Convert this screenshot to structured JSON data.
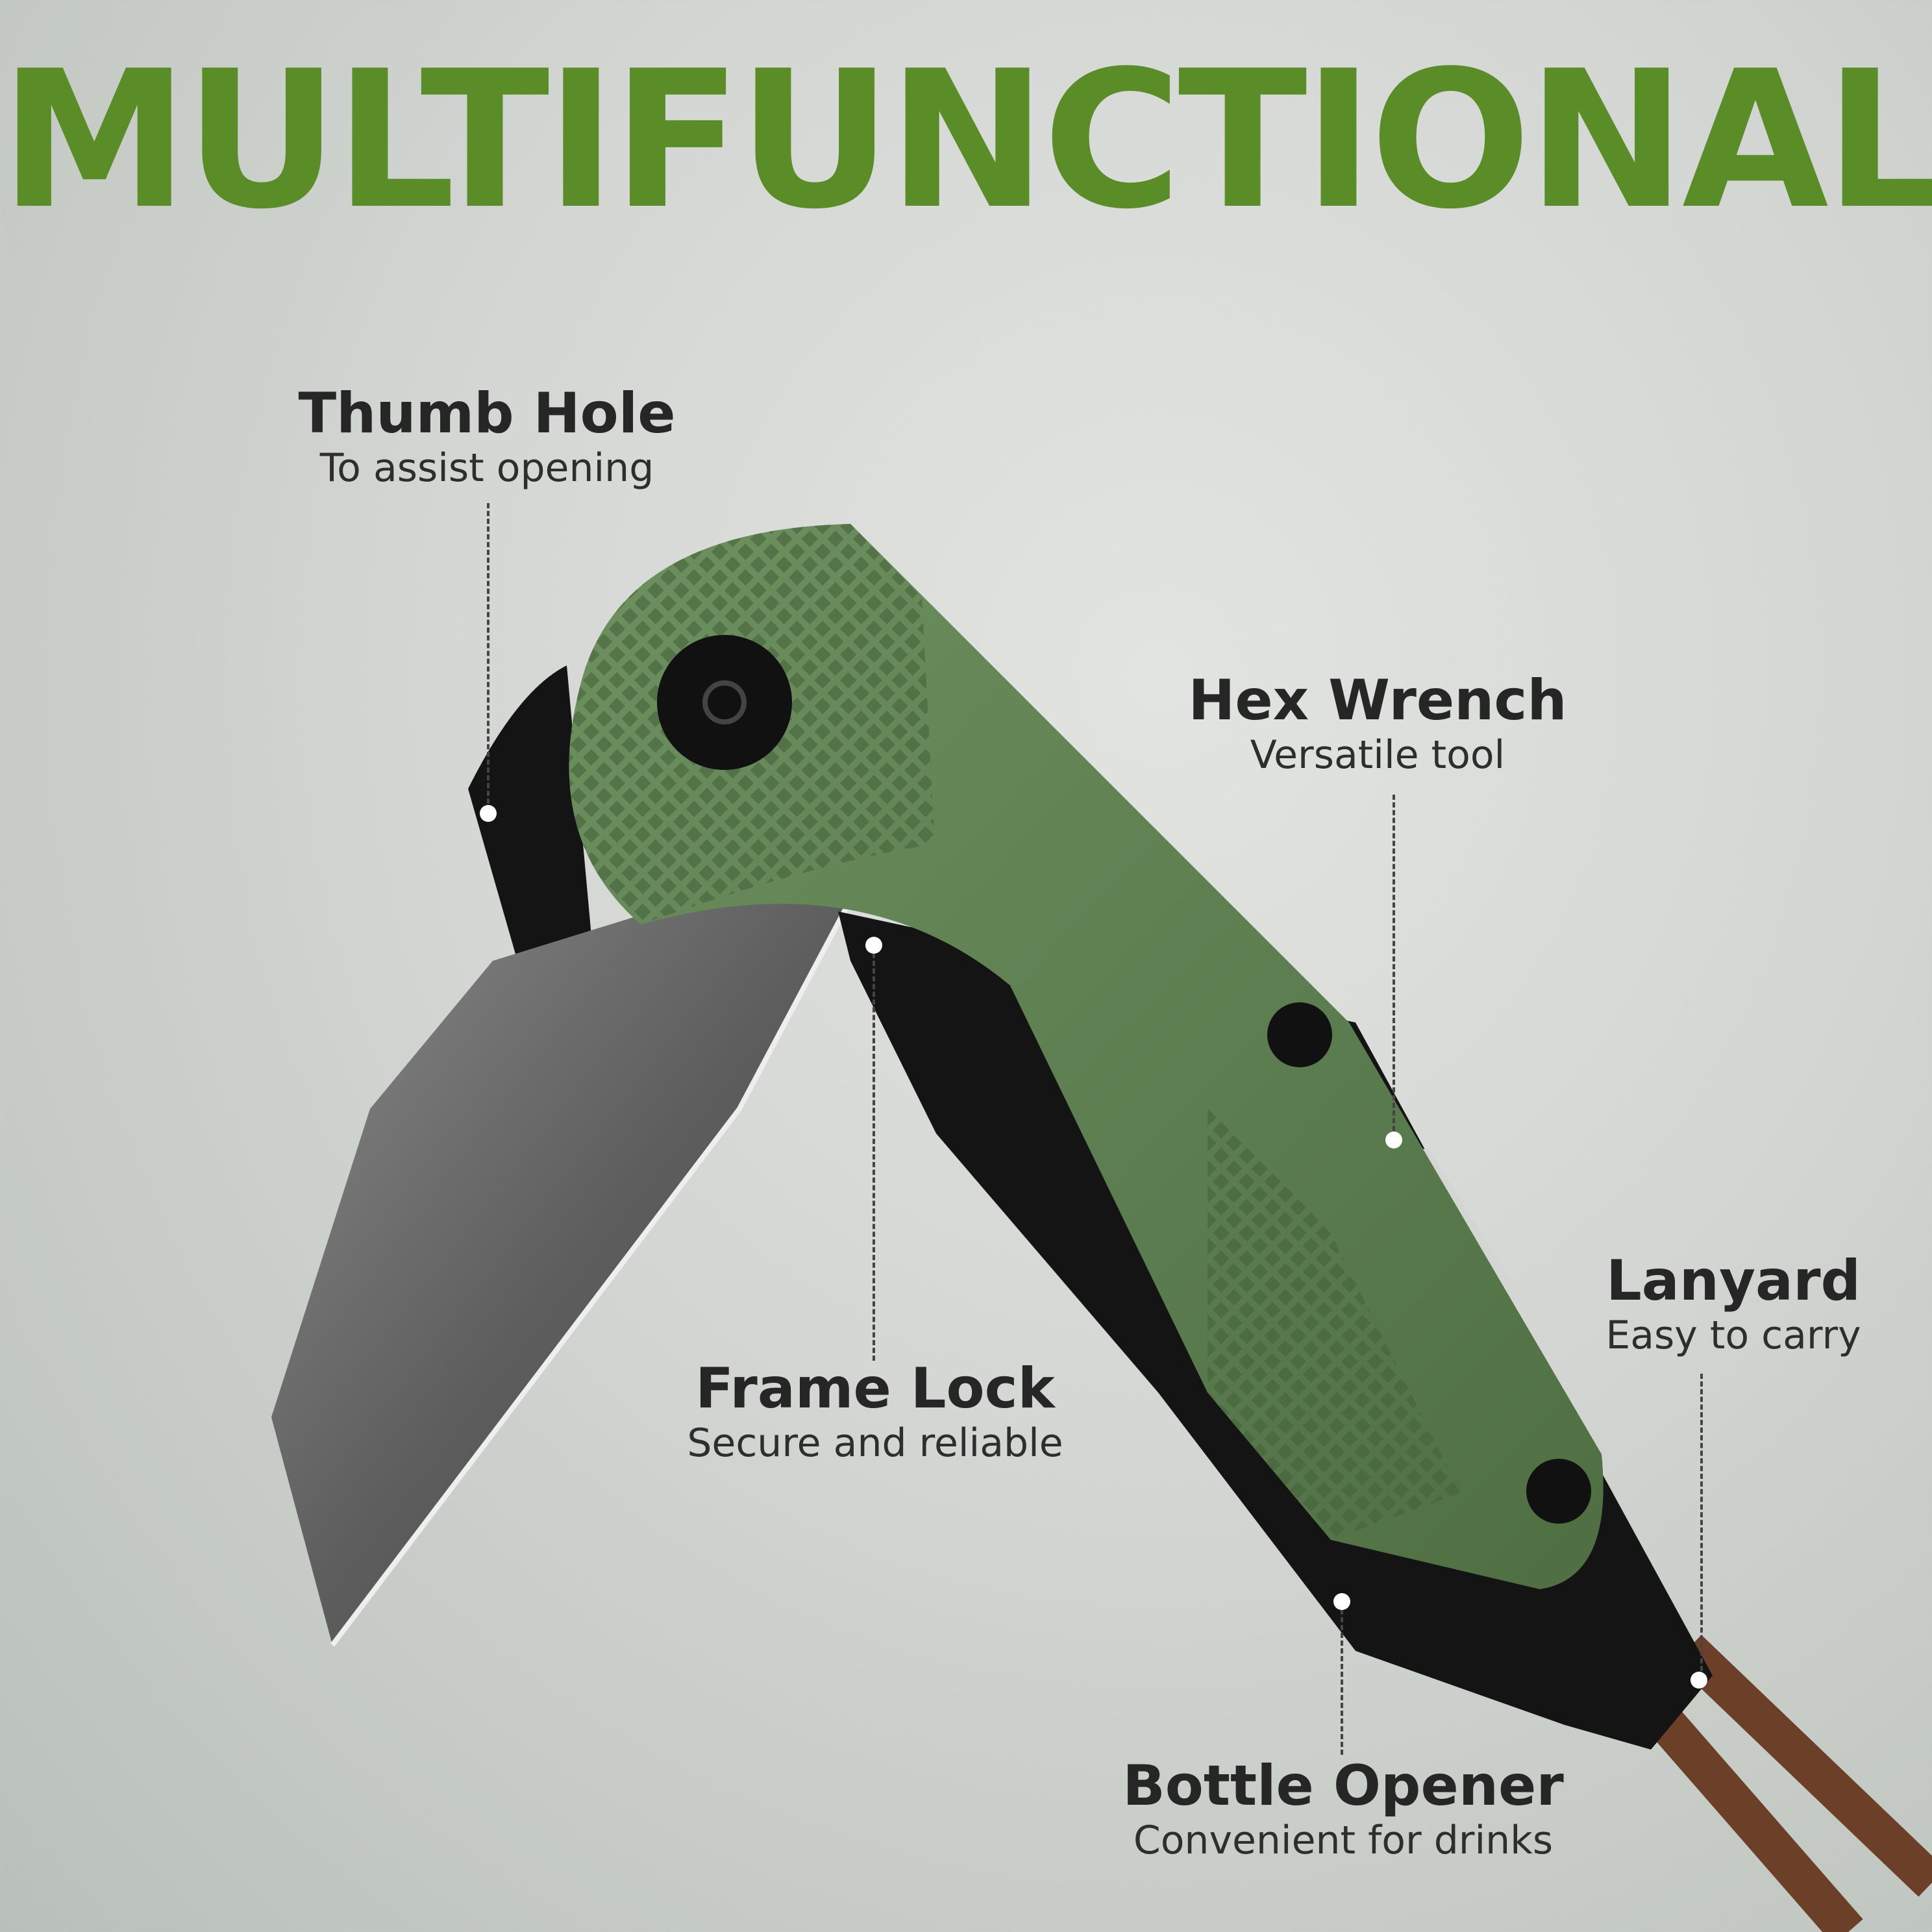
{
  "headline": "MULTIFUNCTIONAL",
  "colors": {
    "headline": "#5a8c28",
    "handle": "#5c7e4e",
    "blade": "#6a6a6a",
    "frame": "#141414",
    "lanyard": "#6b3f28"
  },
  "features": [
    {
      "title": "Thumb Hole",
      "subtitle": "To assist opening"
    },
    {
      "title": "Hex Wrench",
      "subtitle": "Versatile tool"
    },
    {
      "title": "Frame Lock",
      "subtitle": "Secure and reliable"
    },
    {
      "title": "Lanyard",
      "subtitle": "Easy to carry"
    },
    {
      "title": "Bottle Opener",
      "subtitle": "Convenient for drinks"
    }
  ]
}
